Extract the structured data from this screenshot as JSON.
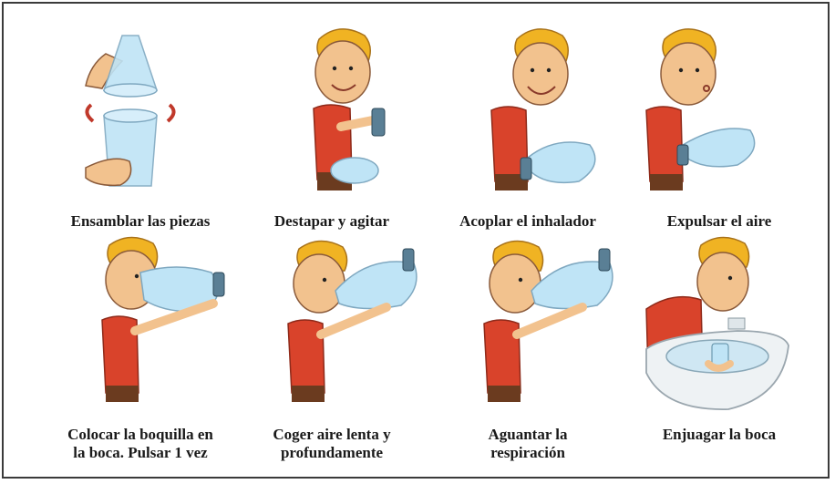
{
  "steps": [
    {
      "caption_lines": [
        "Ensamblar las piezas"
      ],
      "illustration": "spacer-assembly-icon"
    },
    {
      "caption_lines": [
        "Destapar y agitar"
      ],
      "illustration": "shake-inhaler-icon"
    },
    {
      "caption_lines": [
        "Acoplar el inhalador"
      ],
      "illustration": "attach-inhaler-icon"
    },
    {
      "caption_lines": [
        "Expulsar el aire"
      ],
      "illustration": "exhale-icon"
    },
    {
      "caption_lines": [
        "Colocar la boquilla en",
        "la boca. Pulsar 1 vez"
      ],
      "illustration": "mouthpiece-press-icon"
    },
    {
      "caption_lines": [
        "Coger aire lenta y",
        "profundamente"
      ],
      "illustration": "inhale-slowly-icon"
    },
    {
      "caption_lines": [
        "Aguantar la",
        "respiración"
      ],
      "illustration": "hold-breath-icon"
    },
    {
      "caption_lines": [
        "Enjuagar la boca"
      ],
      "illustration": "rinse-mouth-icon"
    }
  ],
  "colors": {
    "shirt": "#d9432b",
    "skin": "#f2c28e",
    "hair": "#f0b323",
    "pants": "#6b3b1f",
    "spacer": "#bfe4f6",
    "inhaler": "#5a7f95",
    "sink": "#eef2f4"
  }
}
